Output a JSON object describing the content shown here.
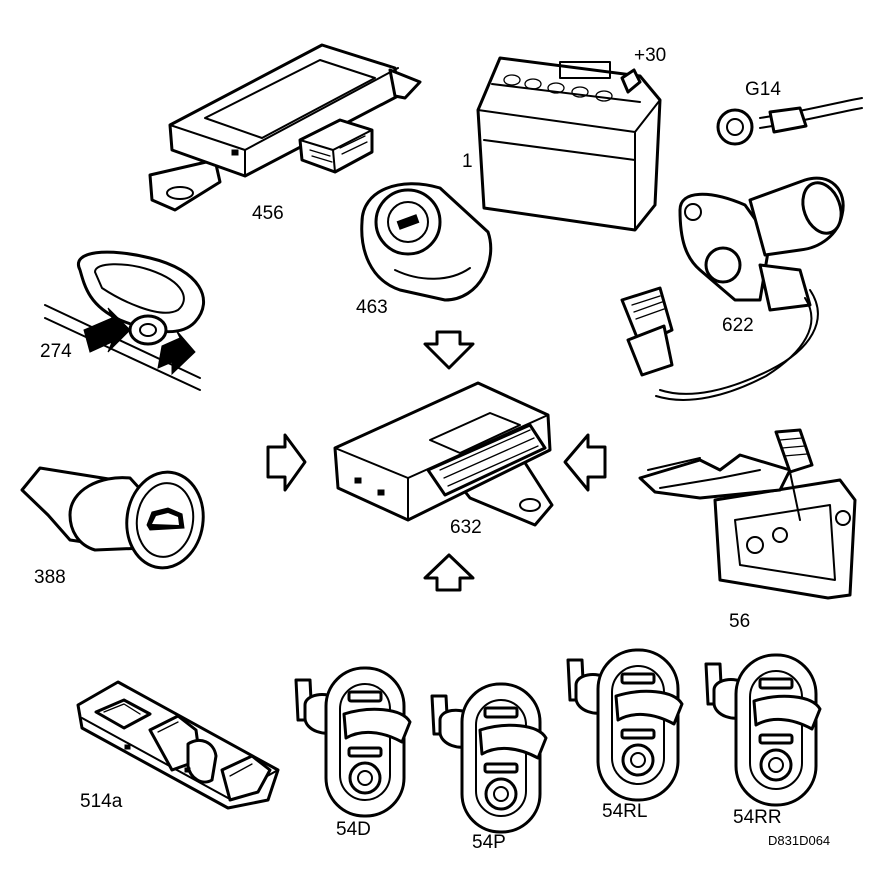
{
  "labels": {
    "battery_plus": "+30",
    "battery": "1",
    "ground": "G14",
    "alarm_unit": "456",
    "ignition_switch": "463",
    "trunk_lock": "274",
    "door_lock_motor": "622",
    "control_module": "632",
    "hood_switch": "388",
    "door_lock": "56",
    "window_switch": "514a",
    "switch_driver": "54D",
    "switch_passenger": "54P",
    "switch_rear_left": "54RL",
    "switch_rear_right": "54RR",
    "drawing_id": "D831D064"
  }
}
